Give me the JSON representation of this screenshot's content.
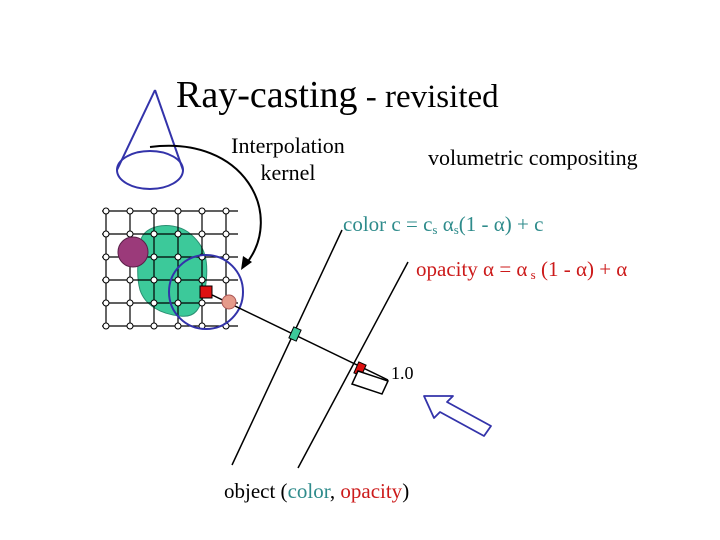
{
  "title": {
    "main": "Ray-casting",
    "rest": " - revisited"
  },
  "labels": {
    "kernel_line1": "Interpolation",
    "kernel_line2": "kernel",
    "volumetric": "volumetric compositing",
    "one": "1.0"
  },
  "formulas": {
    "color_a": "color c = c",
    "color_sub1": "s",
    "color_b": " α",
    "color_sub2": "s",
    "color_c": "(1 - α) + c",
    "opacity_a": "opacity α = α",
    "opacity_sub": " s",
    "opacity_b": " (1 - α) + α"
  },
  "legend": {
    "prefix": "object (",
    "color": "color",
    "sep": ", ",
    "opacity": "opacity",
    "suffix": ")"
  },
  "colors": {
    "teal": "#2e8b8b",
    "red": "#cc1a1a",
    "blue": "#3333aa",
    "green_blob": "#3cc99a",
    "purple": "#9b3a7a",
    "pink": "#e59a8a"
  }
}
